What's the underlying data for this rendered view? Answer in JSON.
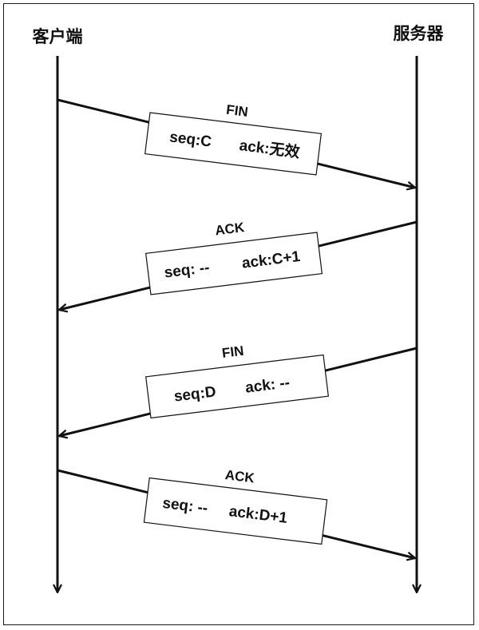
{
  "actors": {
    "client": "客户端",
    "server": "服务器"
  },
  "messages": [
    {
      "label": "FIN",
      "seq": "seq:C",
      "ack": "ack:无效"
    },
    {
      "label": "ACK",
      "seq": "seq: --",
      "ack": "ack:C+1"
    },
    {
      "label": "FIN",
      "seq": "seq:D",
      "ack": "ack: --"
    },
    {
      "label": "ACK",
      "seq": "seq: --",
      "ack": "ack:D+1"
    }
  ]
}
